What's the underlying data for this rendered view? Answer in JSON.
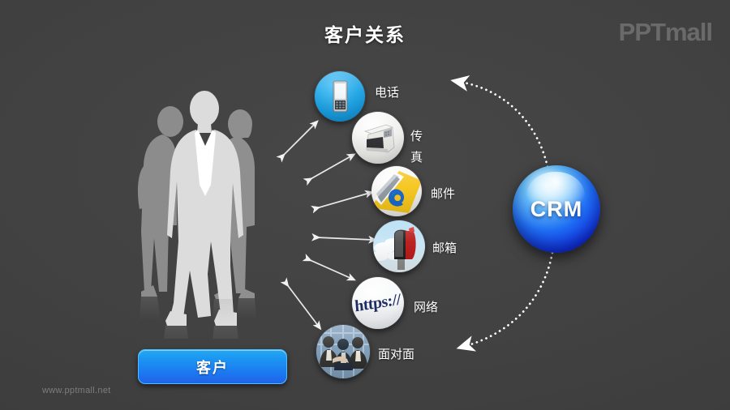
{
  "slide": {
    "title": "客户关系",
    "logo": "PPTmall",
    "footer_url": "www.pptmall.net",
    "background_color": "#414141"
  },
  "customer": {
    "button_label": "客户",
    "accent_color": "#1b87f2"
  },
  "hub": {
    "label": "CRM",
    "color": "#1130e6"
  },
  "channels": [
    {
      "label": "电话",
      "icon": "mobile-phone-icon",
      "icon_glyph": "phone",
      "circle_color": "#1a9fe0"
    },
    {
      "label": "传真",
      "icon": "fax-machine-icon",
      "icon_glyph": "fax",
      "circle_color": "#f4f4f2"
    },
    {
      "label": "邮件",
      "icon": "email-at-icon",
      "icon_glyph": "email",
      "circle_color": "#f2c200"
    },
    {
      "label": "邮箱",
      "icon": "mailbox-icon",
      "icon_glyph": "mailbox",
      "circle_color": "#d32020"
    },
    {
      "label": "网络",
      "icon": "https-web-icon",
      "icon_glyph": "https",
      "circle_color": "#1b2f6e"
    },
    {
      "label": "面对面",
      "icon": "handshake-photo-icon",
      "icon_glyph": "people",
      "circle_color": "#45627f"
    }
  ],
  "web_icon_text": "https://",
  "connectors": {
    "channel_arrows": "double-headed",
    "channel_arrow_count": 6,
    "hub_arrows": "dotted-curved",
    "hub_arrow_count": 2
  }
}
